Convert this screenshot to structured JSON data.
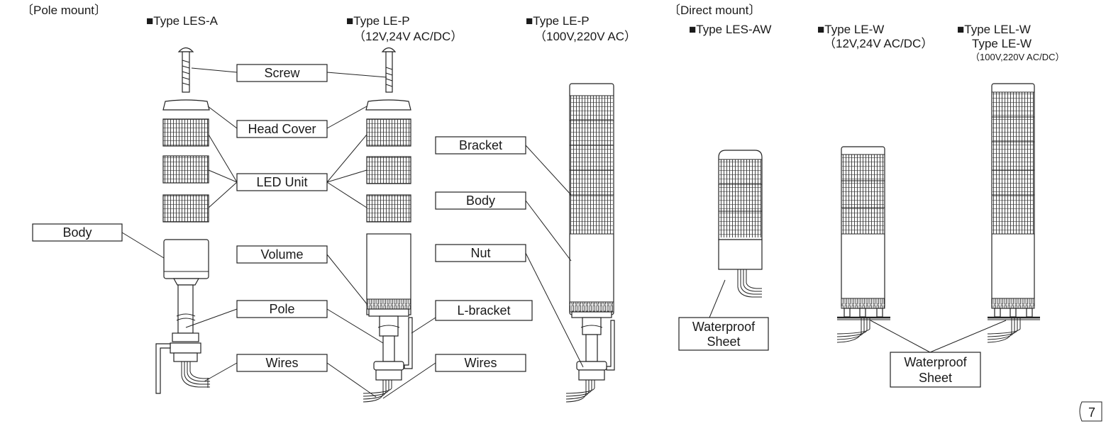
{
  "sections": {
    "pole_mount": "〔Pole mount〕",
    "direct_mount": "〔Direct mount〕"
  },
  "types": {
    "les_a": "■Type LES-A",
    "le_p_low": "■Type LE-P",
    "le_p_low_sub": "（12V,24V AC/DC）",
    "le_p_high": "■Type LE-P",
    "le_p_high_sub": "（100V,220V AC）",
    "les_aw": "■Type LES-AW",
    "le_w": "■Type LE-W",
    "le_w_sub": "（12V,24V AC/DC）",
    "lel_w": "■Type LEL-W",
    "lel_w_line2": "Type LE-W",
    "lel_w_sub": "（100V,220V AC/DC）"
  },
  "labels": {
    "screw": "Screw",
    "head_cover": "Head Cover",
    "led_unit": "LED Unit",
    "body_left": "Body",
    "volume": "Volume",
    "pole": "Pole",
    "wires_1": "Wires",
    "bracket": "Bracket",
    "body_right": "Body",
    "nut": "Nut",
    "l_bracket": "L-bracket",
    "wires_2": "Wires",
    "waterproof_1_line1": "Waterproof",
    "waterproof_1_line2": "Sheet",
    "waterproof_2_line1": "Waterproof",
    "waterproof_2_line2": "Sheet"
  },
  "page_number": "7",
  "colors": {
    "ink": "#222222",
    "background": "#ffffff"
  }
}
